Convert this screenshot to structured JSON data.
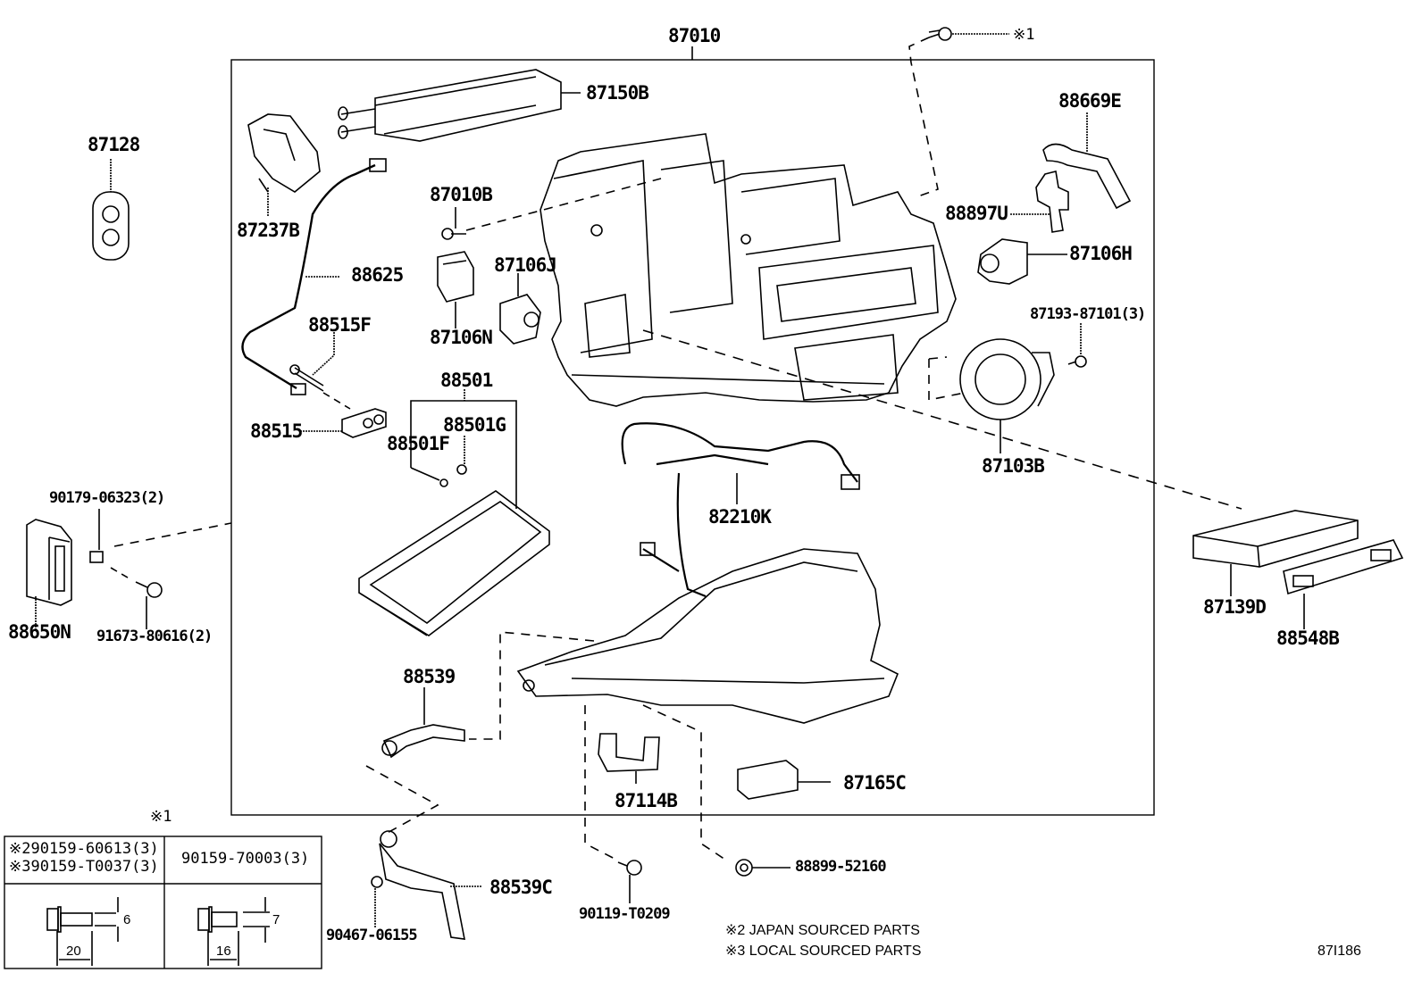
{
  "diagram": {
    "main_assembly": "87010",
    "parts": {
      "p87128": "87128",
      "p87150B": "87150B",
      "p87237B": "87237B",
      "p88625": "88625",
      "p87010B": "87010B",
      "p87106J": "87106J",
      "p87106N": "87106N",
      "p88515F": "88515F",
      "p88515": "88515",
      "p88501": "88501",
      "p88501G": "88501G",
      "p88501F": "88501F",
      "p88669E": "88669E",
      "p88897U": "88897U",
      "p87106H": "87106H",
      "p87193": "87193-87101(3)",
      "p87103B": "87103B",
      "p82210K": "82210K",
      "p90179": "90179-06323(2)",
      "p88650N": "88650N",
      "p91673": "91673-80616(2)",
      "p87139D": "87139D",
      "p88548B": "88548B",
      "p88539": "88539",
      "p87114B": "87114B",
      "p87165C": "87165C",
      "p88539C": "88539C",
      "p90467": "90467-06155",
      "p90119": "90119-T0209",
      "p88899": "88899-52160",
      "screw_ref": "※1"
    },
    "fastener_table": {
      "ref_mark": "※1",
      "col1_line1": "※290159-60613(3)",
      "col1_line2": "※390159-T0037(3)",
      "col2": "90159-70003(3)",
      "col1_length": "20",
      "col1_diameter": "6",
      "col2_length": "16",
      "col2_diameter": "7"
    },
    "notes": {
      "note2": "※2 JAPAN SOURCED PARTS",
      "note3": "※3 LOCAL SOURCED PARTS"
    },
    "diagram_id": "87I186"
  }
}
